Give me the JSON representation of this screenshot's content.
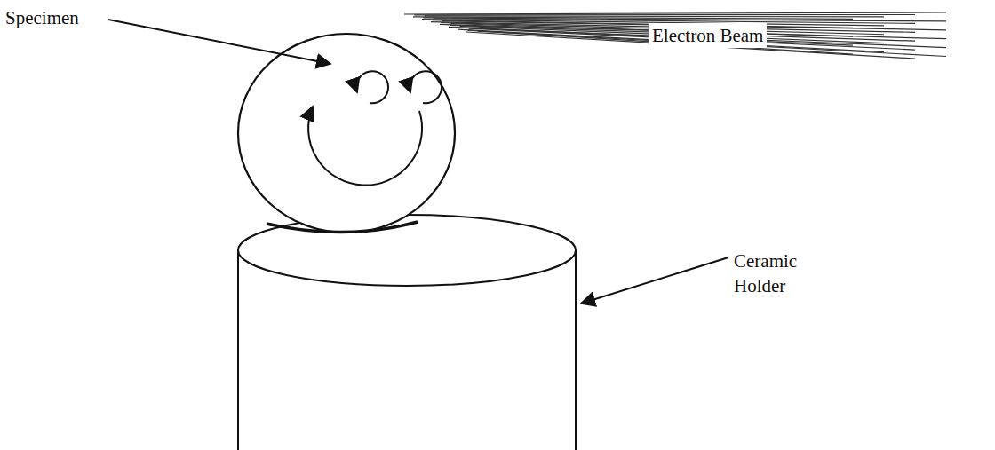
{
  "diagram": {
    "labels": [
      "Specimen",
      "Electron Beam",
      "Ceramic Holder"
    ]
  }
}
